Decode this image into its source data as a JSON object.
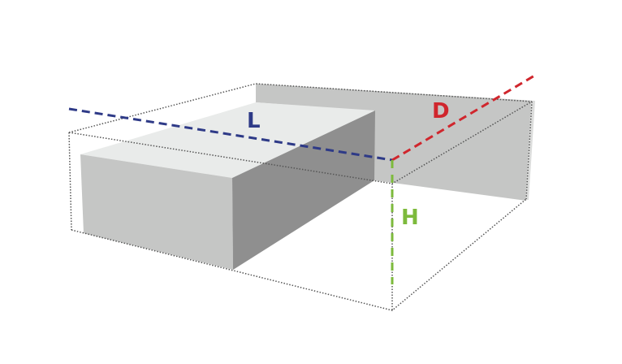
{
  "labels": {
    "length": "L",
    "depth": "D",
    "height": "H"
  },
  "colors": {
    "length": "#2e3a87",
    "depth": "#d0262d",
    "height": "#7dba3c",
    "wall": "#c5c6c5",
    "block_top": "#e9ebea",
    "block_front": "#c5c6c5",
    "block_side": "#8f8f8f",
    "outline": "#555555"
  }
}
